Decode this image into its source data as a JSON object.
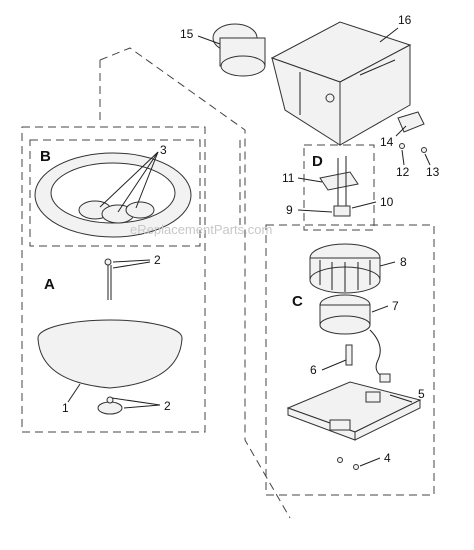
{
  "watermark": "eReplacementParts.com",
  "sections": {
    "A": "A",
    "B": "B",
    "C": "C",
    "D": "D"
  },
  "callouts": {
    "c1": "1",
    "c2a": "2",
    "c2b": "2",
    "c3": "3",
    "c4": "4",
    "c5": "5",
    "c6": "6",
    "c7": "7",
    "c8": "8",
    "c9": "9",
    "c10": "10",
    "c11": "11",
    "c12": "12",
    "c13": "13",
    "c14": "14",
    "c15": "15",
    "c16": "16"
  }
}
